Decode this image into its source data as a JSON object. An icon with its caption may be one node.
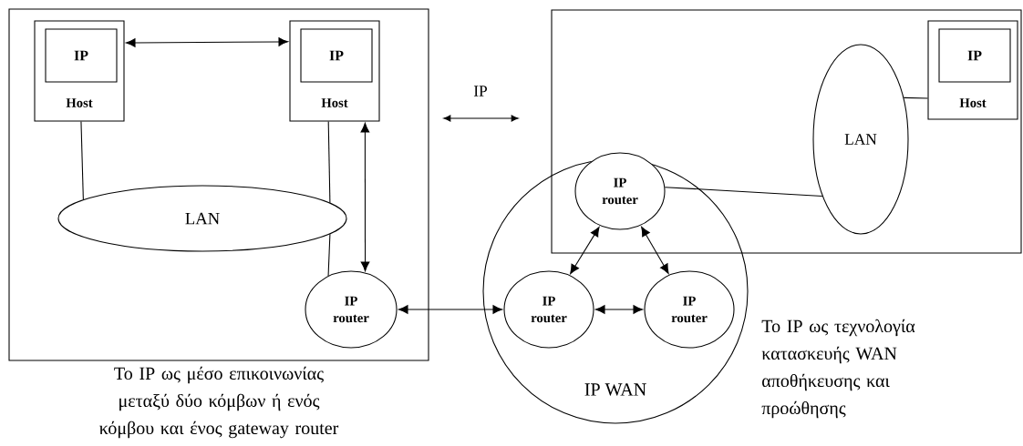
{
  "diagram": {
    "nodes": [
      {
        "text": [],
        "shape": "box"
      },
      {
        "text": [
          "IP",
          "Host"
        ],
        "in": 0
      },
      {
        "text": [
          "IP",
          "Host"
        ],
        "in": 0
      },
      {
        "text": [
          "LAN"
        ],
        "in": 0
      },
      {
        "text": [
          "IP",
          "router"
        ],
        "in": 0
      },
      {
        "text": [],
        "shape": "box"
      },
      {
        "text": [
          "IP",
          "Host"
        ],
        "in": 5
      },
      {
        "text": [
          "LAN"
        ],
        "in": 5
      },
      {
        "text": [
          "IP WAN"
        ]
      },
      {
        "text": [
          "IP",
          "router"
        ],
        "in": 5
      },
      {
        "text": [
          "IP",
          "router"
        ],
        "in": 8
      },
      {
        "text": [
          "IP",
          "router"
        ],
        "in": 8
      }
    ],
    "edges": [
      {
        "from": 1,
        "to": 2,
        "arrow": "both"
      },
      {
        "from": 1,
        "to": 3,
        "arrow": "none"
      },
      {
        "from": 2,
        "to": 3,
        "arrow": "none"
      },
      {
        "from": 3,
        "to": 4,
        "arrow": "none"
      },
      {
        "from": 2,
        "to": 4,
        "arrow": "both"
      },
      {
        "from": 4,
        "to": 10,
        "arrow": "both"
      },
      {
        "from": 9,
        "to": 10,
        "arrow": "both"
      },
      {
        "from": 9,
        "to": 11,
        "arrow": "both"
      },
      {
        "from": 10,
        "to": 11,
        "arrow": "both"
      },
      {
        "from": 9,
        "to": 7,
        "arrow": "none"
      },
      {
        "from": 7,
        "to": 6,
        "arrow": "none"
      }
    ],
    "labels": [
      "IP",
      "Το IP ως μέσο επικοινωνίας μεταξύ δύο κόμβων ή ενός κόμβου και ένος gateway router",
      "Το IP ως τεχνολογία κατασκευής WAN αποθήκευσης και προώθησης"
    ]
  }
}
